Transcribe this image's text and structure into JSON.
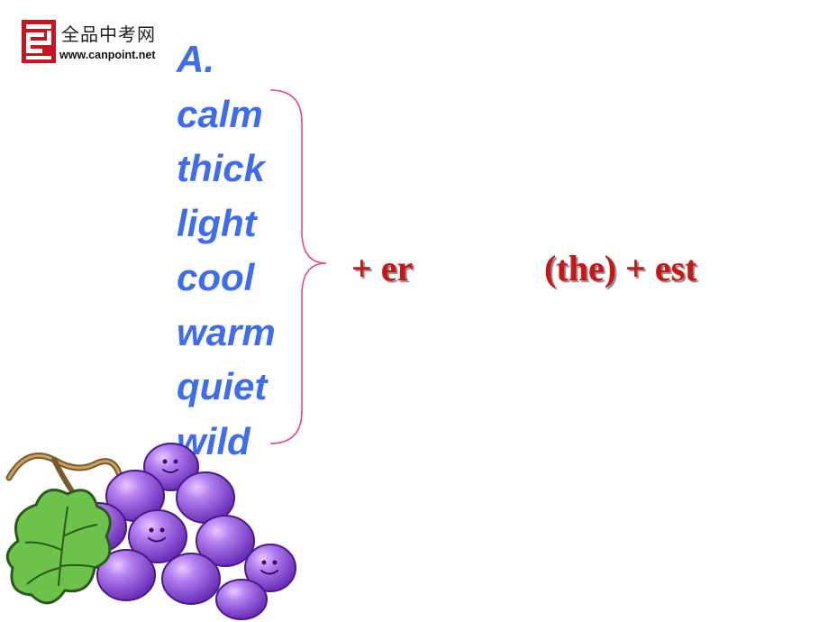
{
  "logo": {
    "cn_name": "全品中考网",
    "url": "www.canpoint.net"
  },
  "heading": "A.",
  "words": [
    "calm",
    "thick",
    "light",
    "cool",
    "warm",
    "quiet",
    "wild"
  ],
  "rules": {
    "comparative": "+ er",
    "superlative": "(the) + est"
  },
  "colors": {
    "word_blue": "#3d6cf3",
    "rule_red": "#cc1414",
    "brace_pink": "#e84a7a",
    "grape_purple": "#9a5ae0",
    "leaf_green": "#5aa83a",
    "logo_red": "#c8141e"
  },
  "icons": {
    "logo": "canpoint-seal-icon",
    "grapes": "smiling-grapes-illustration"
  }
}
